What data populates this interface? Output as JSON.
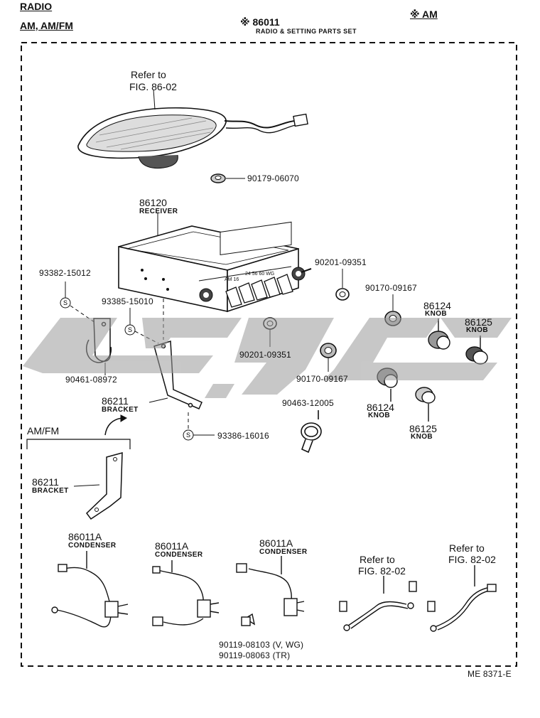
{
  "header": {
    "title": "RADIO",
    "subtitle": "AM, AM/FM",
    "set_part": "※ 86011",
    "set_name": "RADIO & SETTING PARTS SET",
    "am_note": "※ AM"
  },
  "speaker": {
    "ref_line1": "Refer to",
    "ref_line2": "FIG. 86-02"
  },
  "nut": {
    "part": "90179-06070"
  },
  "receiver": {
    "part": "86120",
    "name": "RECEIVER",
    "band_labels": [
      "AM 16",
      "24  56  60  WG"
    ]
  },
  "parts": {
    "screw_a": "93382-15012",
    "screw_b": "93385-15010",
    "bracket_small": "90461-08972",
    "bracket": {
      "part": "86211",
      "name": "BRACKET"
    },
    "screw_c": "93386-16016",
    "washer_1": "90201-09351",
    "washer_2": "90201-09351",
    "nut_1": "90170-09167",
    "nut_2": "90170-09167",
    "clamp": "90463-12005",
    "knob_1": {
      "part": "86124",
      "name": "KNOB"
    },
    "knob_2": {
      "part": "86125",
      "name": "KNOB"
    },
    "knob_3": {
      "part": "86124",
      "name": "KNOB"
    },
    "knob_4": {
      "part": "86125",
      "name": "KNOB"
    }
  },
  "amfm": {
    "label": "AM/FM",
    "bracket_part": "86211",
    "bracket_name": "BRACKET"
  },
  "condensers": [
    {
      "part": "86011A",
      "name": "CONDENSER"
    },
    {
      "part": "86011A",
      "name": "CONDENSER"
    },
    {
      "part": "86011A",
      "name": "CONDENSER"
    }
  ],
  "bolts": {
    "line1": "90119-08103 (V, WG)",
    "line2": "90119-08063 (TR)"
  },
  "refs": [
    {
      "line1": "Refer to",
      "line2": "FIG. 82-02"
    },
    {
      "line1": "Refer to",
      "line2": "FIG. 82-02"
    }
  ],
  "footer": {
    "code": "ME  8371-E"
  }
}
